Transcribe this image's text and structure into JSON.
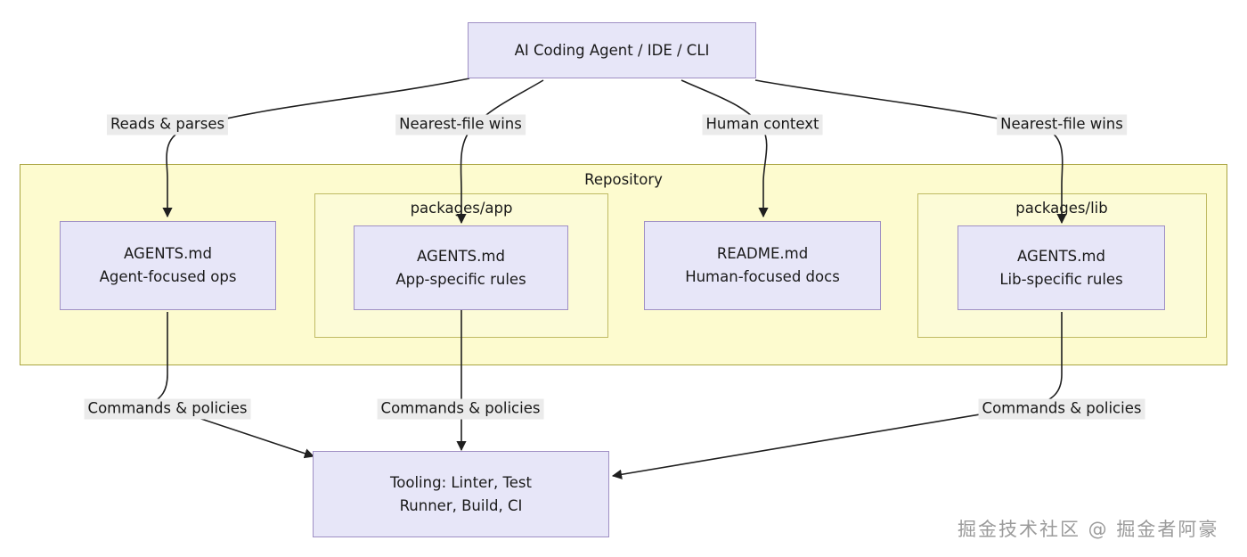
{
  "diagram": {
    "title_node": {
      "label": "AI Coding Agent / IDE / CLI"
    },
    "clusters": [
      {
        "id": "repository",
        "label": "Repository"
      },
      {
        "id": "packages_app",
        "label": "packages/app"
      },
      {
        "id": "packages_lib",
        "label": "packages/lib"
      }
    ],
    "nodes": [
      {
        "id": "root_agents",
        "line1": "AGENTS.md",
        "line2": "Agent-focused ops"
      },
      {
        "id": "app_agents",
        "line1": "AGENTS.md",
        "line2": "App-specific rules"
      },
      {
        "id": "readme",
        "line1": "README.md",
        "line2": "Human-focused docs"
      },
      {
        "id": "lib_agents",
        "line1": "AGENTS.md",
        "line2": "Lib-specific rules"
      },
      {
        "id": "tooling",
        "line1": "Tooling: Linter, Test",
        "line2": "Runner, Build, CI"
      }
    ],
    "edge_labels": [
      {
        "id": "reads_parses",
        "text": "Reads & parses"
      },
      {
        "id": "nearest_file_wins_app",
        "text": "Nearest-file wins"
      },
      {
        "id": "human_context",
        "text": "Human context"
      },
      {
        "id": "nearest_file_wins_lib",
        "text": "Nearest-file wins"
      },
      {
        "id": "commands_policies_root",
        "text": "Commands & policies"
      },
      {
        "id": "commands_policies_app",
        "text": "Commands & policies"
      },
      {
        "id": "commands_policies_lib",
        "text": "Commands & policies"
      }
    ],
    "watermark": "掘金技术社区 @ 掘金者阿豪",
    "colors": {
      "node_fill": "#e7e6f8",
      "node_stroke": "#9f8fc4",
      "cluster_fill": "#fdfbcf",
      "cluster_stroke": "#a9a440",
      "edge_stroke": "#1f1f1f",
      "edge_label_bg": "#ebebeb",
      "background": "#ffffff"
    }
  }
}
